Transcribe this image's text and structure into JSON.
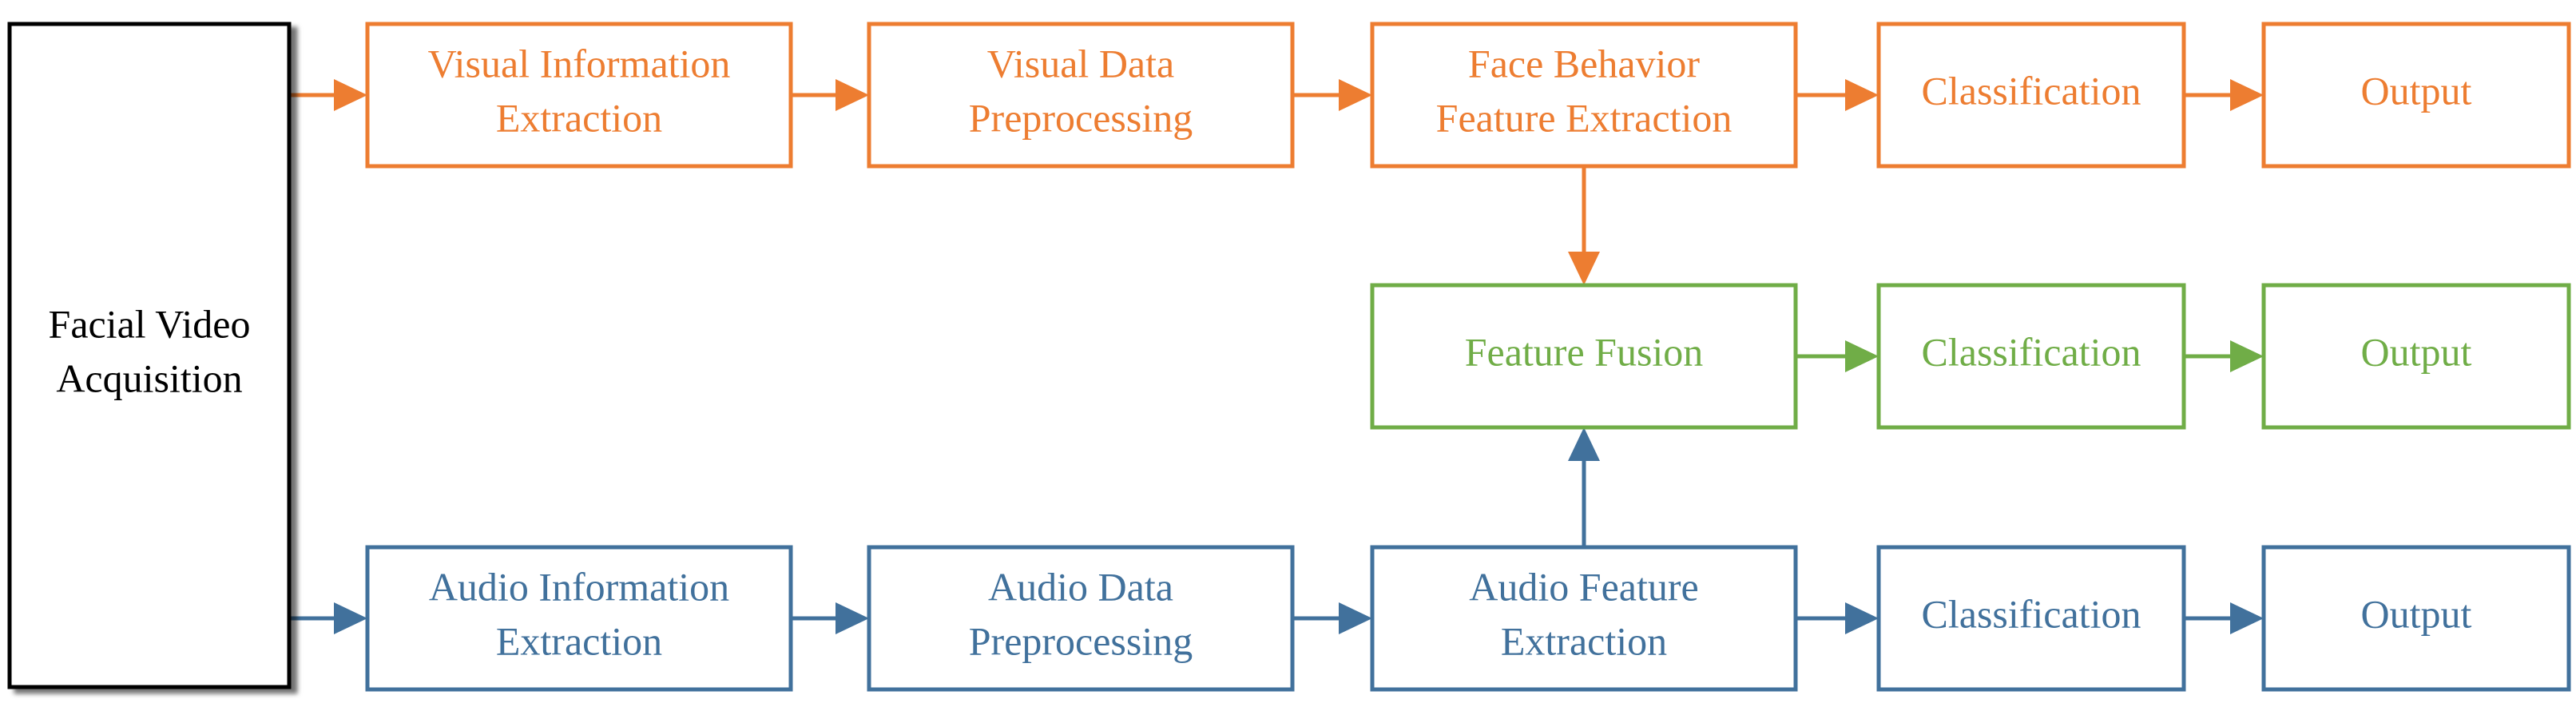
{
  "colors": {
    "visual": "#ED7D31",
    "audio": "#41719C",
    "fusion": "#70AD47",
    "source": "#000000"
  },
  "nodes": [
    {
      "id": "source",
      "lines": [
        "Facial Video",
        "Acquisition"
      ],
      "stream": "source"
    },
    {
      "id": "visual-info",
      "lines": [
        "Visual Information",
        "Extraction"
      ],
      "stream": "visual"
    },
    {
      "id": "visual-pre",
      "lines": [
        "Visual Data",
        "Preprocessing"
      ],
      "stream": "visual"
    },
    {
      "id": "visual-feat",
      "lines": [
        "Face Behavior",
        "Feature Extraction"
      ],
      "stream": "visual"
    },
    {
      "id": "visual-class",
      "lines": [
        "Classification"
      ],
      "stream": "visual"
    },
    {
      "id": "visual-out",
      "lines": [
        "Output"
      ],
      "stream": "visual"
    },
    {
      "id": "fusion",
      "lines": [
        "Feature Fusion"
      ],
      "stream": "fusion"
    },
    {
      "id": "fusion-class",
      "lines": [
        "Classification"
      ],
      "stream": "fusion"
    },
    {
      "id": "fusion-out",
      "lines": [
        "Output"
      ],
      "stream": "fusion"
    },
    {
      "id": "audio-info",
      "lines": [
        "Audio Information",
        "Extraction"
      ],
      "stream": "audio"
    },
    {
      "id": "audio-pre",
      "lines": [
        "Audio Data",
        "Preprocessing"
      ],
      "stream": "audio"
    },
    {
      "id": "audio-feat",
      "lines": [
        "Audio Feature",
        "Extraction"
      ],
      "stream": "audio"
    },
    {
      "id": "audio-class",
      "lines": [
        "Classification"
      ],
      "stream": "audio"
    },
    {
      "id": "audio-out",
      "lines": [
        "Output"
      ],
      "stream": "audio"
    }
  ],
  "edges": [
    {
      "from": "source",
      "to": "visual-info",
      "stream": "visual"
    },
    {
      "from": "visual-info",
      "to": "visual-pre",
      "stream": "visual"
    },
    {
      "from": "visual-pre",
      "to": "visual-feat",
      "stream": "visual"
    },
    {
      "from": "visual-feat",
      "to": "visual-class",
      "stream": "visual"
    },
    {
      "from": "visual-class",
      "to": "visual-out",
      "stream": "visual"
    },
    {
      "from": "visual-feat",
      "to": "fusion",
      "stream": "visual"
    },
    {
      "from": "fusion",
      "to": "fusion-class",
      "stream": "fusion"
    },
    {
      "from": "fusion-class",
      "to": "fusion-out",
      "stream": "fusion"
    },
    {
      "from": "source",
      "to": "audio-info",
      "stream": "audio"
    },
    {
      "from": "audio-info",
      "to": "audio-pre",
      "stream": "audio"
    },
    {
      "from": "audio-pre",
      "to": "audio-feat",
      "stream": "audio"
    },
    {
      "from": "audio-feat",
      "to": "audio-class",
      "stream": "audio"
    },
    {
      "from": "audio-class",
      "to": "audio-out",
      "stream": "audio"
    },
    {
      "from": "audio-feat",
      "to": "fusion",
      "stream": "audio"
    }
  ]
}
